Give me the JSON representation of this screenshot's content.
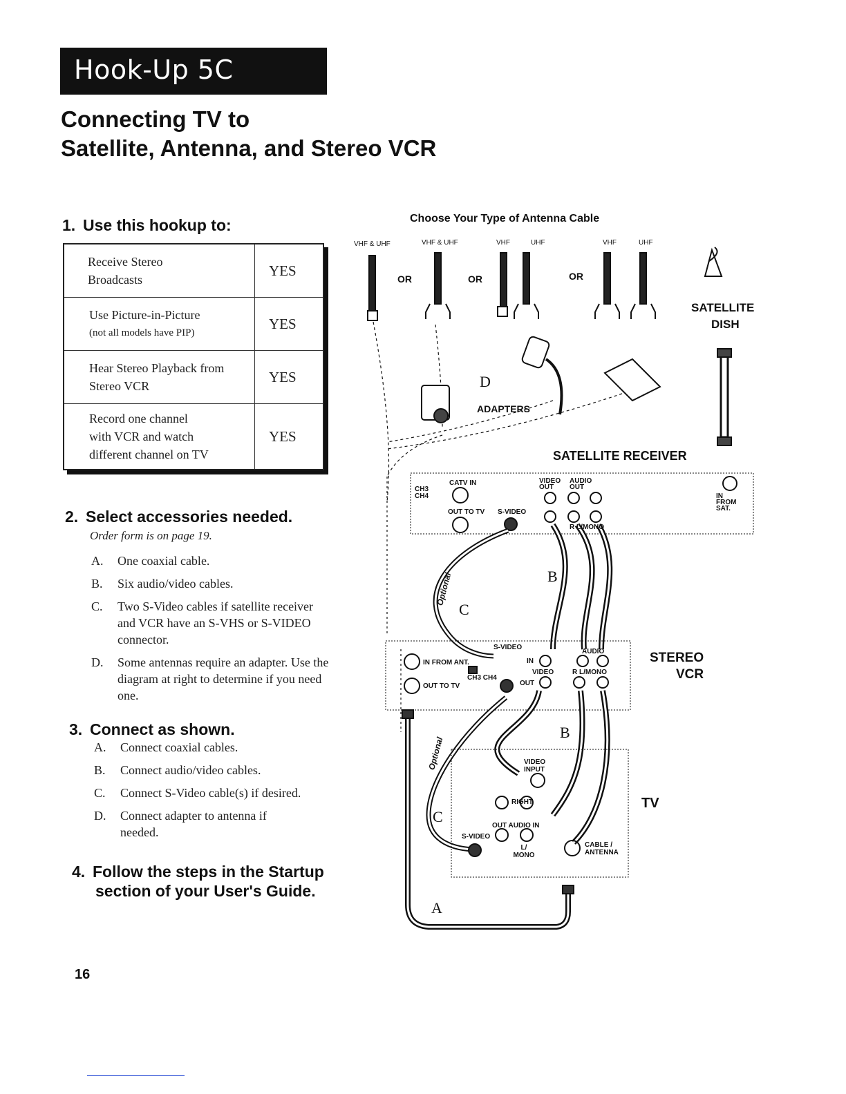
{
  "header": {
    "title": "Hook-Up 5C",
    "subtitle_line1": "Connecting TV to",
    "subtitle_line2": "Satellite, Antenna, and Stereo VCR"
  },
  "step1": {
    "number": "1.",
    "heading": "Use this hookup to:",
    "rows": [
      {
        "line1": "Receive Stereo",
        "line2": "Broadcasts",
        "answer": "YES"
      },
      {
        "line1": "Use Picture-in-Picture",
        "line2": "(not all models have PIP)",
        "answer": "YES"
      },
      {
        "line1": "Hear  Stereo Playback from",
        "line2": "Stereo VCR",
        "answer": "YES"
      },
      {
        "line1": "Record one channel",
        "line2": "with VCR and watch",
        "line3": "different channel on TV",
        "answer": "YES"
      }
    ]
  },
  "step2": {
    "number": "2.",
    "heading": "Select accessories needed.",
    "note": "Order form is on page 19.",
    "items": [
      {
        "letter": "A.",
        "text": "One coaxial cable."
      },
      {
        "letter": "B.",
        "text": "Six audio/video cables."
      },
      {
        "letter": "C.",
        "text": "Two S-Video cables if satellite receiver and VCR have an S-VHS or S-VIDEO connector."
      },
      {
        "letter": "D.",
        "text": "Some antennas require an adapter. Use the diagram at right to determine if you need one."
      }
    ]
  },
  "step3": {
    "number": "3.",
    "heading": "Connect as shown.",
    "items": [
      {
        "letter": "A.",
        "text": "Connect coaxial cables."
      },
      {
        "letter": "B.",
        "text": "Connect audio/video cables."
      },
      {
        "letter": "C.",
        "text": "Connect S-Video cable(s) if desired."
      },
      {
        "letter": "D.",
        "text": "Connect adapter to antenna if needed."
      }
    ]
  },
  "step4": {
    "number": "4.",
    "heading_line1": "Follow the steps in the Startup",
    "heading_line2": "section of your User's Guide."
  },
  "diagram": {
    "choose_title": "Choose Your Type of Antenna Cable",
    "cable_labels": [
      "VHF & UHF",
      "VHF & UHF",
      "VHF",
      "UHF",
      "VHF",
      "UHF"
    ],
    "or": "OR",
    "satellite_dish_1": "SATELLITE",
    "satellite_dish_2": "DISH",
    "d_letter": "D",
    "adapters": "ADAPTERS",
    "satellite_receiver": "SATELLITE RECEIVER",
    "receiver": {
      "ch3": "CH3",
      "ch4": "CH4",
      "catv_in": "CATV IN",
      "out_to_tv": "OUT TO TV",
      "s_video": "S-VIDEO",
      "video_out": "VIDEO OUT",
      "audio_out": "AUDIO OUT",
      "r_lmono": "R  L/MONO",
      "in_from_sat": "IN FROM SAT."
    },
    "b_letter": "B",
    "c_letter": "C",
    "optional": "Optional",
    "vcr": {
      "label1": "STEREO",
      "label2": "VCR",
      "in_from_ant": "IN FROM ANT.",
      "out_to_tv": "OUT TO TV",
      "ch3_ch4": "CH3  CH4",
      "s_video": "S-VIDEO",
      "in": "IN",
      "out": "OUT",
      "video": "VIDEO",
      "audio": "AUDIO",
      "r_lmono": "R  L/MONO"
    },
    "tv": {
      "label": "TV",
      "video_input": "VIDEO INPUT",
      "right": "RIGHT",
      "out_audio_in": "OUT  AUDIO   IN",
      "s_video": "S-VIDEO",
      "l_mono": "L/ MONO",
      "cable_antenna": "CABLE / ANTENNA"
    },
    "a_letter": "A"
  },
  "page_number": "16"
}
